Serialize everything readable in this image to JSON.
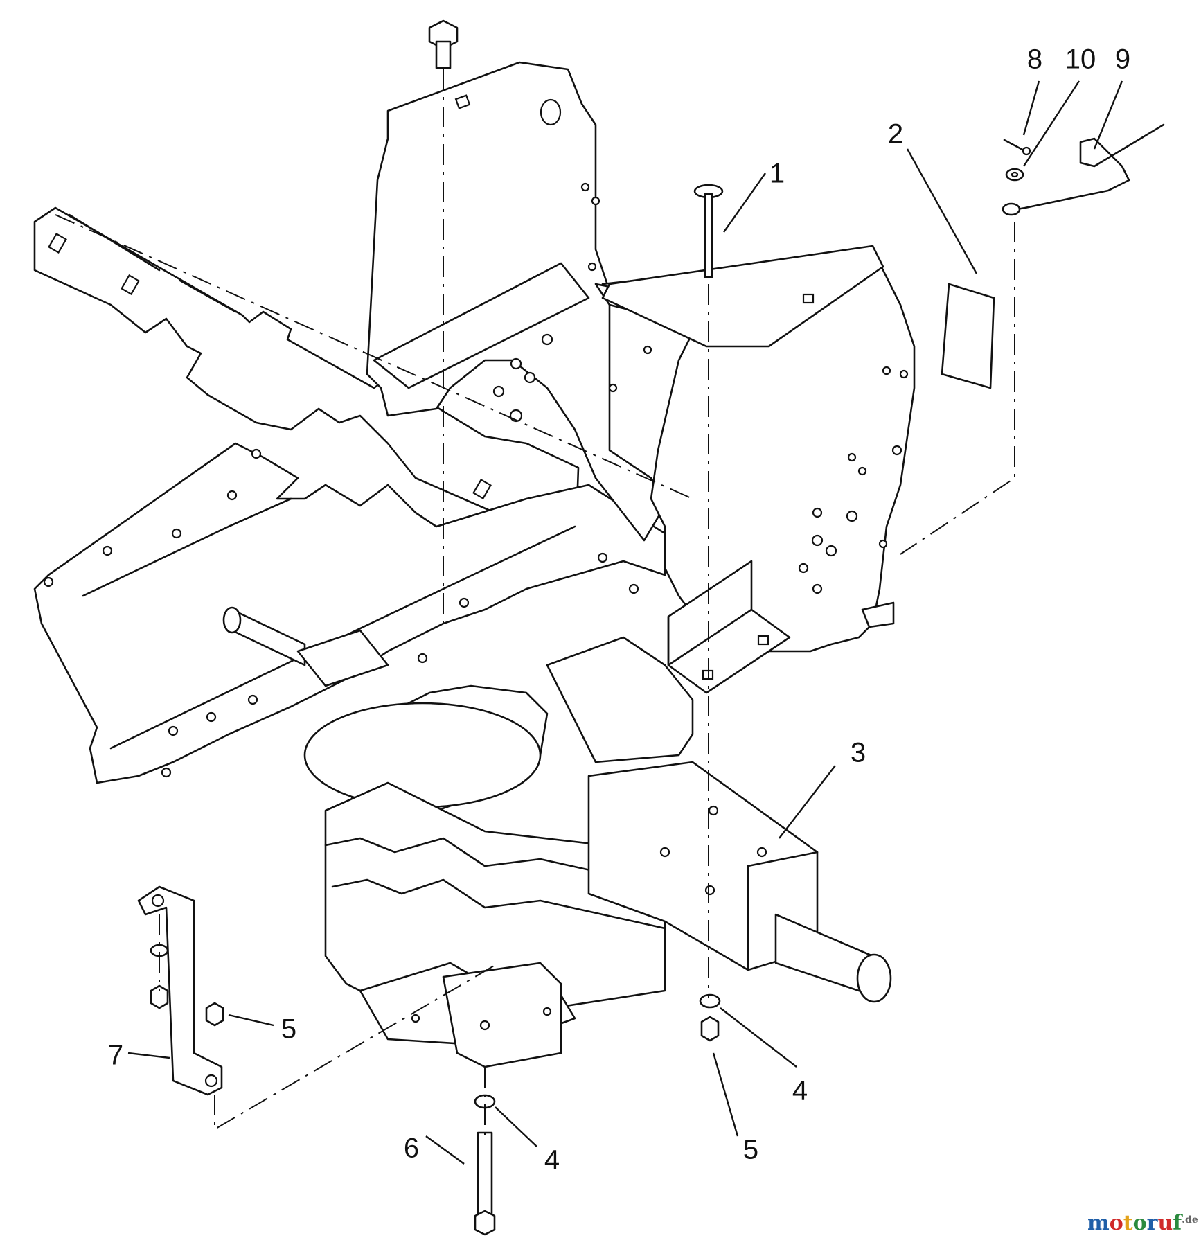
{
  "callouts": [
    {
      "id": "1",
      "label": "1"
    },
    {
      "id": "2",
      "label": "2"
    },
    {
      "id": "3",
      "label": "3"
    },
    {
      "id": "4a",
      "label": "4"
    },
    {
      "id": "4b",
      "label": "4"
    },
    {
      "id": "5a",
      "label": "5"
    },
    {
      "id": "5b",
      "label": "5"
    },
    {
      "id": "6",
      "label": "6"
    },
    {
      "id": "7",
      "label": "7"
    },
    {
      "id": "8",
      "label": "8"
    },
    {
      "id": "9",
      "label": "9"
    },
    {
      "id": "10",
      "label": "10"
    }
  ],
  "watermark": {
    "text": "motoruf",
    "suffix": ".de",
    "colors": [
      "#1f5fa8",
      "#d02a2a",
      "#e3a21a",
      "#2b8a3e"
    ]
  }
}
